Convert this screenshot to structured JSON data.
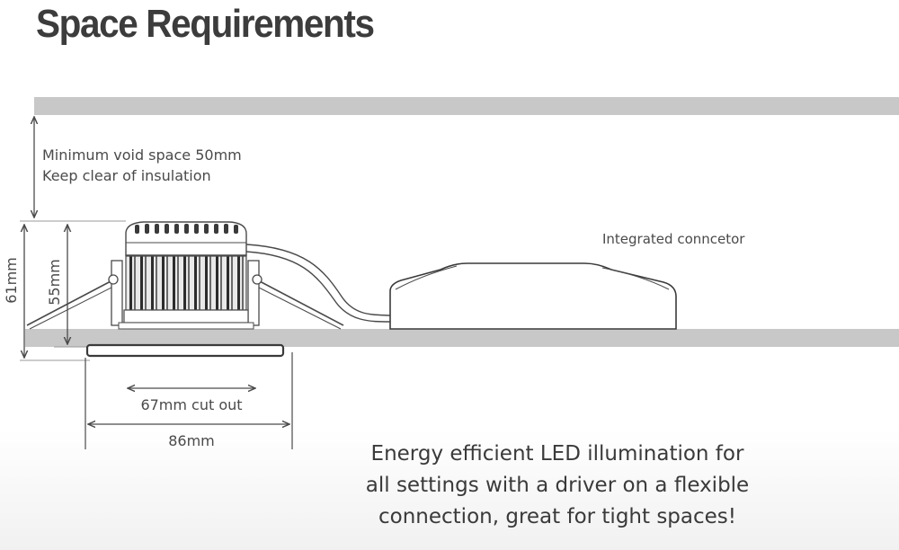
{
  "title": "Space Requirements",
  "labels": {
    "void_line1": "Minimum void space 50mm",
    "void_line2": "Keep clear of insulation",
    "connector": "Integrated conncetor",
    "height_61": "61mm",
    "height_55": "55mm",
    "cutout": "67mm cut out",
    "width_86": "86mm"
  },
  "tagline": {
    "line1": "Energy efficient LED illumination for",
    "line2": "all settings with a driver on a flexible",
    "line3": "connection, great for tight spaces!"
  },
  "colors": {
    "panel_grey": "#c8c8c8",
    "line": "#4a4a4a",
    "text": "#3a3a3a"
  }
}
